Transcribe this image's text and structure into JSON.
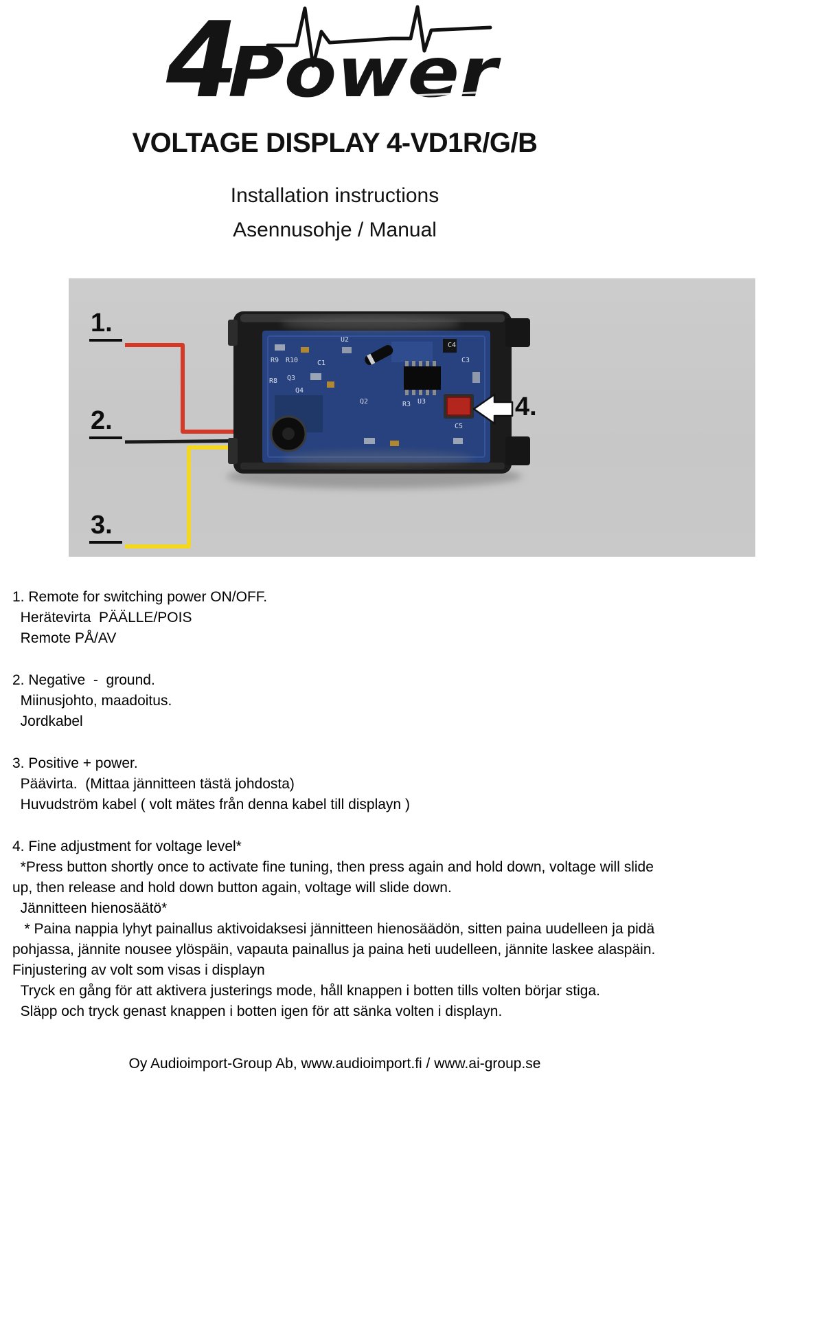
{
  "document": {
    "title": "VOLTAGE DISPLAY 4-VD1R/G/B",
    "subtitle_en": "Installation instructions",
    "subtitle_fi_sv": "Asennusohje / Manual",
    "footer": "Oy Audioimport-Group Ab, www.audioimport.fi / www.ai-group.se"
  },
  "logo": {
    "digit": "4",
    "word": "Power"
  },
  "figure": {
    "callouts": {
      "c1": "1.",
      "c2": "2.",
      "c3": "3.",
      "c4": "4."
    },
    "wire_colors": {
      "remote": "#d43a28",
      "ground": "#1a1a1a",
      "power": "#f3d723"
    },
    "pcb_silkscreen": [
      "U2",
      "R9",
      "R10",
      "C1",
      "R8",
      "Q3",
      "Q4",
      "Q2",
      "R3",
      "U3",
      "C4",
      "C3",
      "C5"
    ]
  },
  "sections": [
    {
      "lines": [
        "1. Remote for switching power ON/OFF.",
        "  Herätevirta  PÄÄLLE/POIS",
        "  Remote PÅ/AV"
      ]
    },
    {
      "lines": [
        "2. Negative  -  ground.",
        "  Miinusjohto, maadoitus.",
        "  Jordkabel"
      ]
    },
    {
      "lines": [
        "3. Positive + power.",
        "  Päävirta.  (Mittaa jännitteen tästä johdosta)",
        "  Huvudström kabel ( volt mätes från denna kabel till displayn )"
      ]
    },
    {
      "lines": [
        "4. Fine adjustment for voltage level*",
        "  *Press button shortly once to activate fine tuning, then press again and hold down, voltage will slide up, then release and hold down button again, voltage will slide down.",
        "  Jännitteen hienosäätö*",
        "   * Paina nappia lyhyt painallus aktivoidaksesi jännitteen hienosäädön, sitten paina uudelleen ja pidä pohjassa, jännite nousee ylöspäin, vapauta painallus ja paina heti uudelleen, jännite laskee alaspäin.",
        "Finjustering av volt som visas i displayn",
        "  Tryck en gång för att aktivera justerings mode, håll knappen i botten tills volten börjar stiga.",
        "  Släpp och tryck genast knappen i botten igen för att sänka volten i displayn."
      ]
    }
  ]
}
